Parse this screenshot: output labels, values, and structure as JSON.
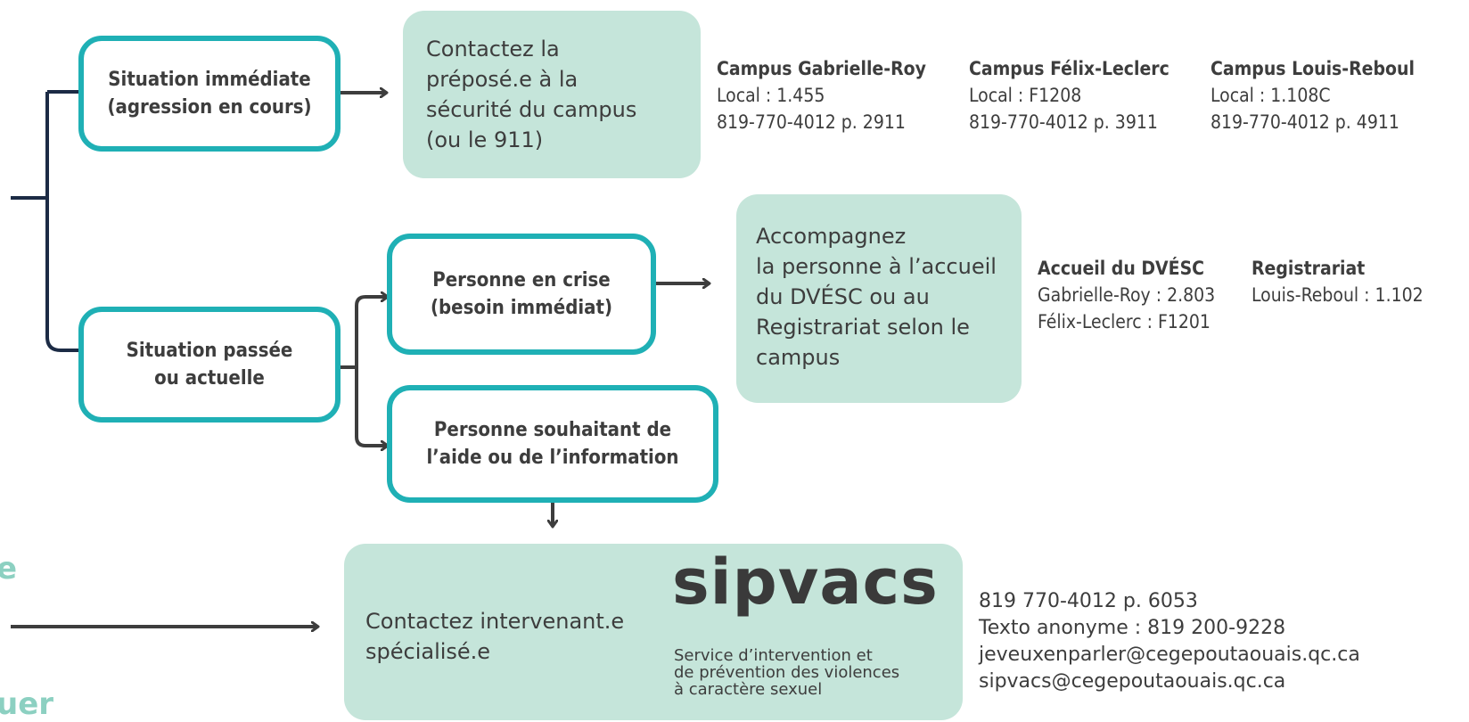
{
  "left_fragments": {
    "top": "e",
    "bottom": "uer"
  },
  "nodes": {
    "immediate": "Situation immédiate\n(agression en cours)",
    "past": "Situation passée\nou actuelle",
    "crisis": "Personne en crise\n(besoin immédiat)",
    "help": "Personne souhaitant de\nl’aide ou de l’information"
  },
  "panels": {
    "security": "Contactez la\npréposé.e à la\nsécurité du campus\n(ou le 911)",
    "accompany": "Accompagnez\nla personne à l’accueil\ndu DVÉSC ou au\nRegistrariat selon le\ncampus",
    "specialist": "Contactez intervenant.e\nspécialisé.e"
  },
  "campuses": [
    {
      "name": "Campus Gabrielle-Roy",
      "local": "Local : 1.455",
      "phone": "819-770-4012 p. 2911"
    },
    {
      "name": "Campus Félix-Leclerc",
      "local": "Local : F1208",
      "phone": "819-770-4012 p. 3911"
    },
    {
      "name": "Campus Louis-Reboul",
      "local": "Local : 1.108C",
      "phone": "819-770-4012 p. 4911"
    }
  ],
  "accueil": {
    "title": "Accueil du DVÉSC",
    "line1": "Gabrielle-Roy : 2.803",
    "line2": "Félix-Leclerc : F1201"
  },
  "registrariat": {
    "title": "Registrariat",
    "line1": "Louis-Reboul : 1.102"
  },
  "sipvacs": {
    "logo": "sipvacs",
    "subtitle": "Service d’intervention et\nde prévention des violences\nà caractère sexuel",
    "contacts": [
      "819 770-4012 p. 6053",
      "Texto anonyme : 819 200-9228",
      "jeveuxenparler@cegepoutaouais.qc.ca",
      "sipvacs@cegepoutaouais.qc.ca"
    ]
  },
  "colors": {
    "node_border": "#1fb0b5",
    "panel_fill": "#c5e5da",
    "navy_connector": "#1c2b45",
    "arrow": "#3d3d3d",
    "fragment_teal": "#8cd0c1"
  }
}
